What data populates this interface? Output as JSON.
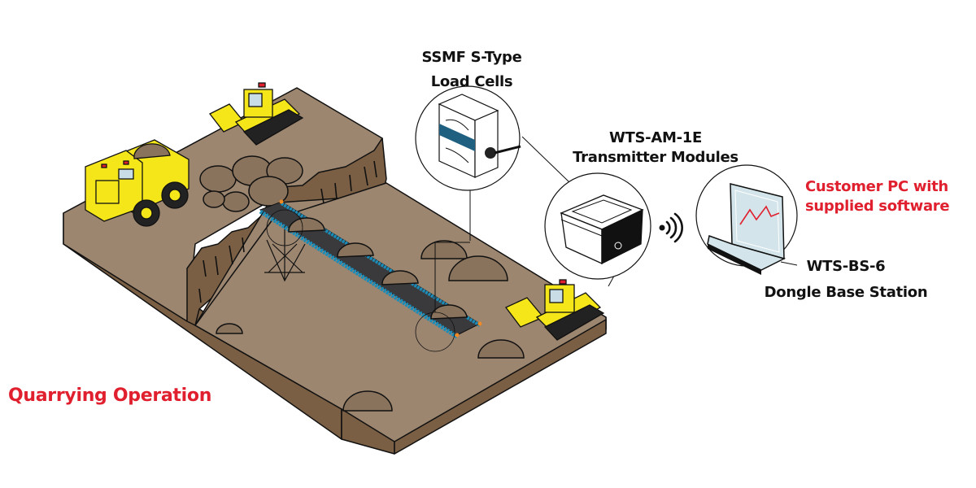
{
  "diagram": {
    "title": "Wireless load cell monitoring of a quarrying operation",
    "labels": {
      "load_cell": {
        "line1": "SSMF S-Type",
        "line2": "Load Cells"
      },
      "transmitter": {
        "line1": "WTS-AM-1E",
        "line2": "Transmitter Modules"
      },
      "customer_pc": {
        "line1": "Customer PC with",
        "line2": "supplied software"
      },
      "base_station": {
        "line1": "WTS-BS-6",
        "line2": "Dongle Base Station"
      },
      "site": "Quarrying Operation"
    },
    "components": [
      {
        "id": "load-cell",
        "icon": "s-type-load-cell-icon"
      },
      {
        "id": "transmitter",
        "icon": "transmitter-box-icon"
      },
      {
        "id": "wireless",
        "icon": "wireless-signal-icon"
      },
      {
        "id": "laptop",
        "icon": "laptop-chart-icon"
      }
    ],
    "scene_items": [
      "dump-truck",
      "bulldozer-top",
      "bulldozer-right",
      "conveyor-belt",
      "boulders",
      "quarry-terrain"
    ],
    "colors": {
      "accent_red": "#e0202e",
      "text_dark": "#111111",
      "ground": "#9c8670",
      "ground_side": "#7a5f44",
      "rock": "#8a735c",
      "rock_light": "#a08a72",
      "machine_yellow": "#f4e619",
      "conveyor": "#3a3a3c",
      "conveyor_edge": "#1b8bb8",
      "loadcell_band": "#1f5f7f",
      "screen": "#d3e4ea"
    }
  }
}
